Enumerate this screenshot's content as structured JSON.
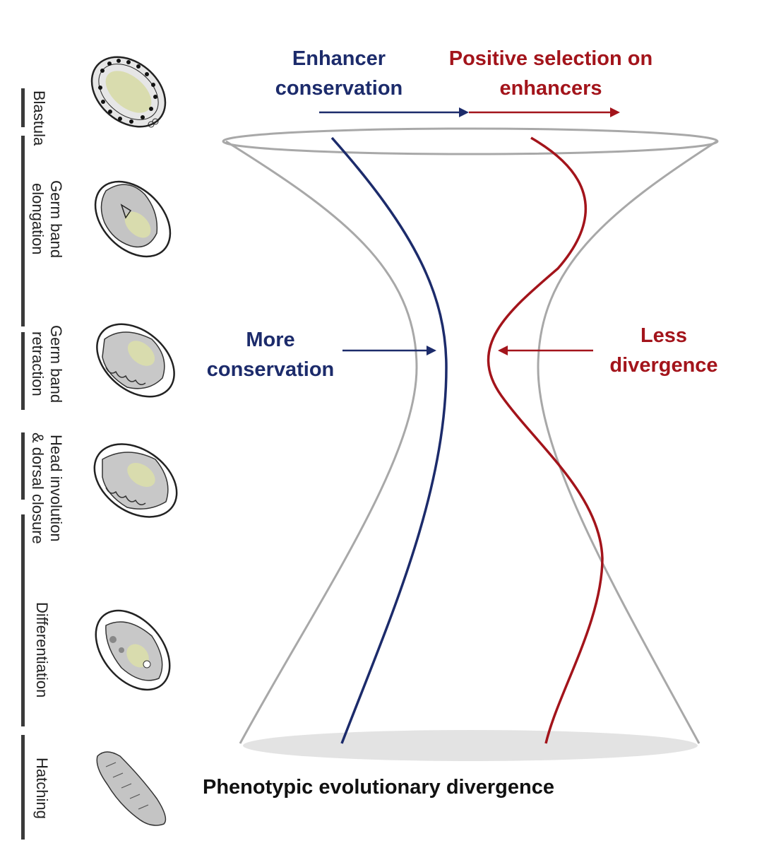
{
  "stages": [
    {
      "id": "blastula",
      "label": "Blastula"
    },
    {
      "id": "germ-band-elongation",
      "label": "Germ band\nelongation"
    },
    {
      "id": "germ-band-retraction",
      "label": "Germ band\nretraction"
    },
    {
      "id": "head-involution",
      "label": "Head involution\n& dorsal closure"
    },
    {
      "id": "differentiation",
      "label": "Differentiation"
    },
    {
      "id": "hatching",
      "label": "Hatching"
    }
  ],
  "annotations": {
    "enhancer_conservation": "Enhancer\nconservation",
    "positive_selection": "Positive selection on\nenhancers",
    "more_conservation": "More\nconservation",
    "less_divergence": "Less\ndivergence"
  },
  "x_axis_label": "Phenotypic evolutionary divergence",
  "colors": {
    "conservation": "#1c2b6b",
    "selection": "#a3141b",
    "hourglass": "#a8a8a8",
    "yolk": "#d9dcae",
    "embryo": "#c4c4c4"
  }
}
